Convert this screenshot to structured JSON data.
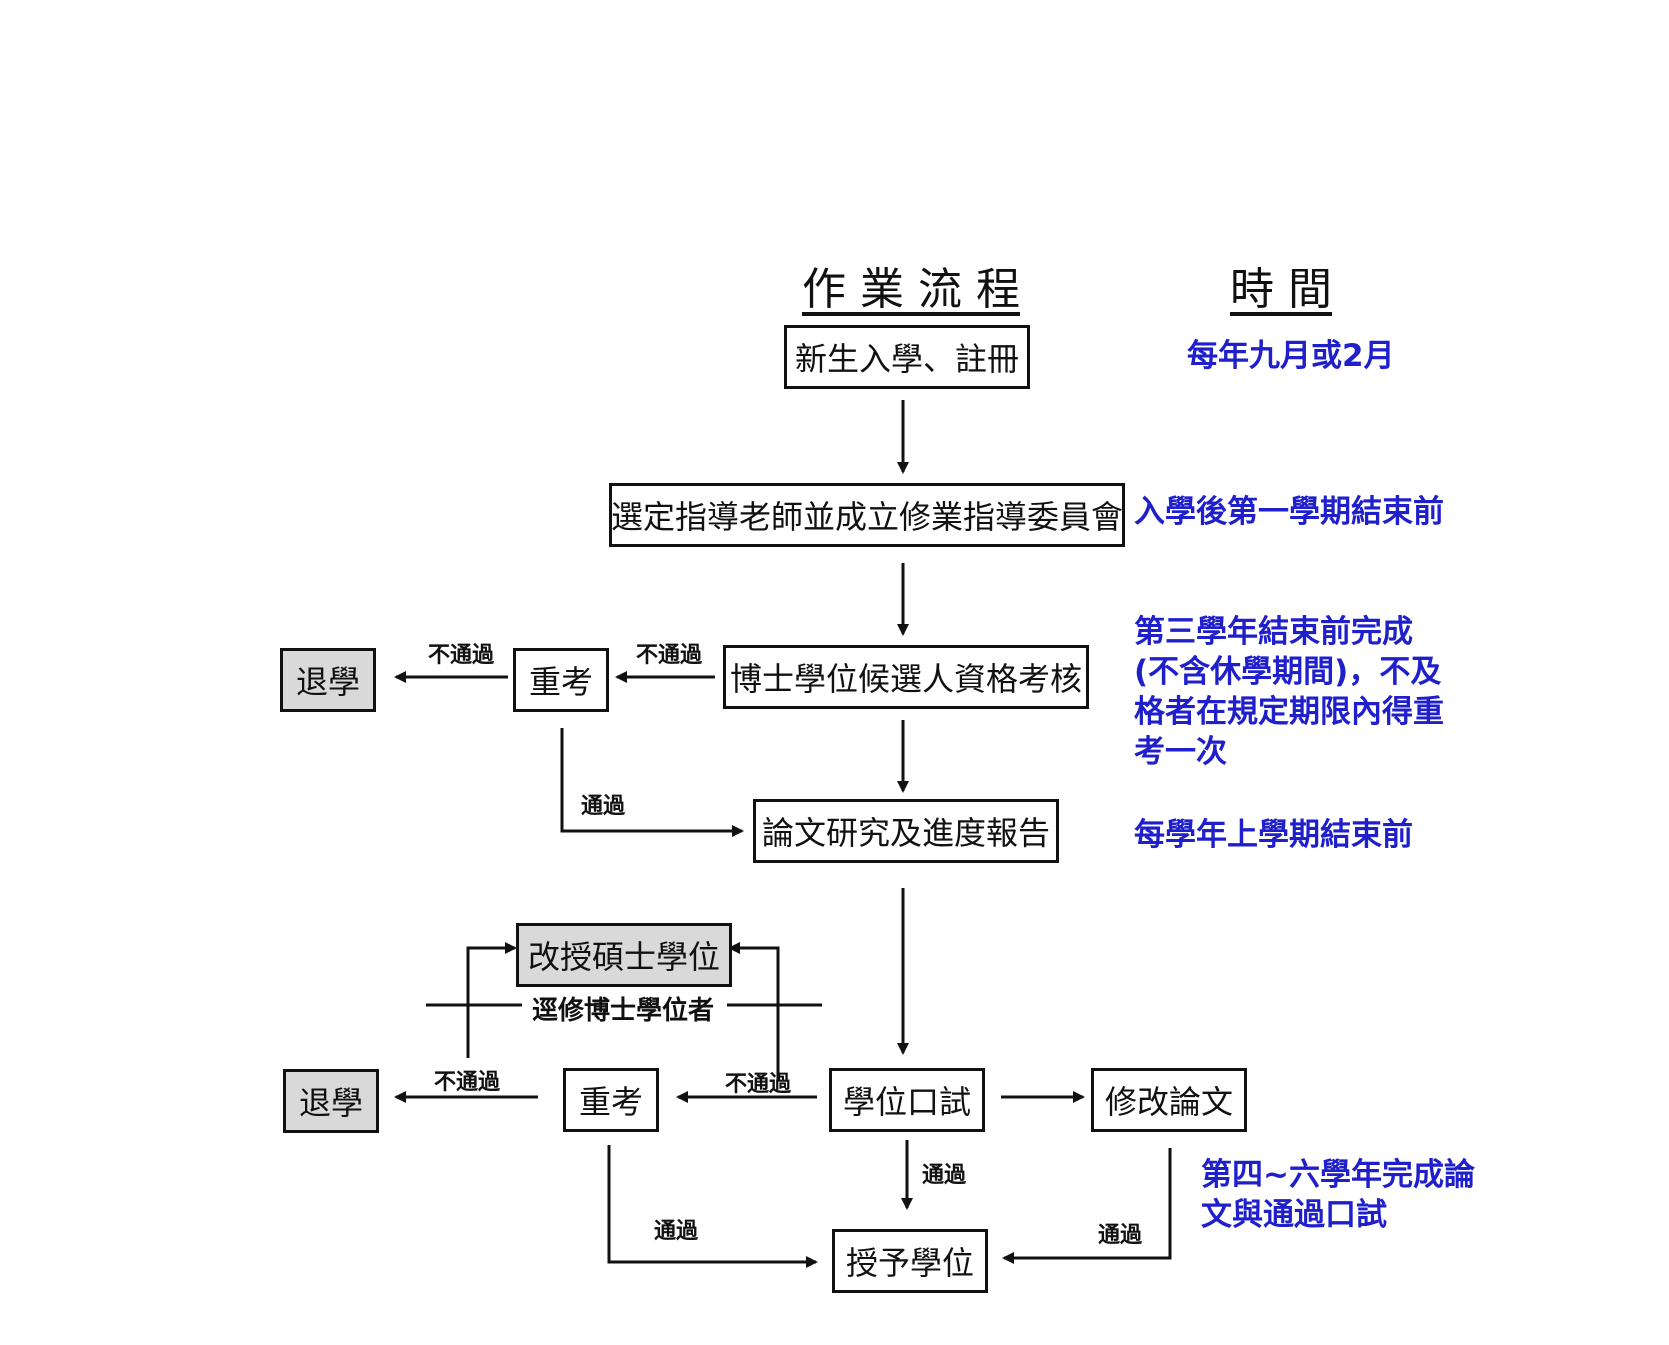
{
  "headers": {
    "process": "作 業 流 程",
    "time": "時 間"
  },
  "boxes": {
    "enroll": "新生入學、註冊",
    "advisor": "選定指導老師並成立修業指導委員會",
    "qualify": "博士學位候選人資格考核",
    "retake1": "重考",
    "withdraw1": "退學",
    "research": "論文研究及進度報告",
    "master": "改授碩士學位",
    "oral": "學位口試",
    "retake2": "重考",
    "withdraw2": "退學",
    "revise": "修改論文",
    "degree": "授予學位"
  },
  "labels": {
    "fail_qualify": "不通過",
    "fail_retake1": "不通過",
    "pass_retake1": "通過",
    "mid_line": "逕修博士學位者",
    "fail_retake2": "不通過",
    "fail_oral": "不通過",
    "pass_oral": "通過",
    "pass_retake2": "通過",
    "pass_revise": "通過"
  },
  "times": {
    "t1": "每年九月或2月",
    "t2": "入學後第一學期結束前",
    "t3_l1": "第三學年結束前完成",
    "t3_l2": "(不含休學期間)，不及",
    "t3_l3": "格者在規定期限內得重",
    "t3_l4": "考一次",
    "t4": "每學年上學期結束前",
    "t5_l1": "第四~六學年完成論",
    "t5_l2": "文與通過口試"
  }
}
